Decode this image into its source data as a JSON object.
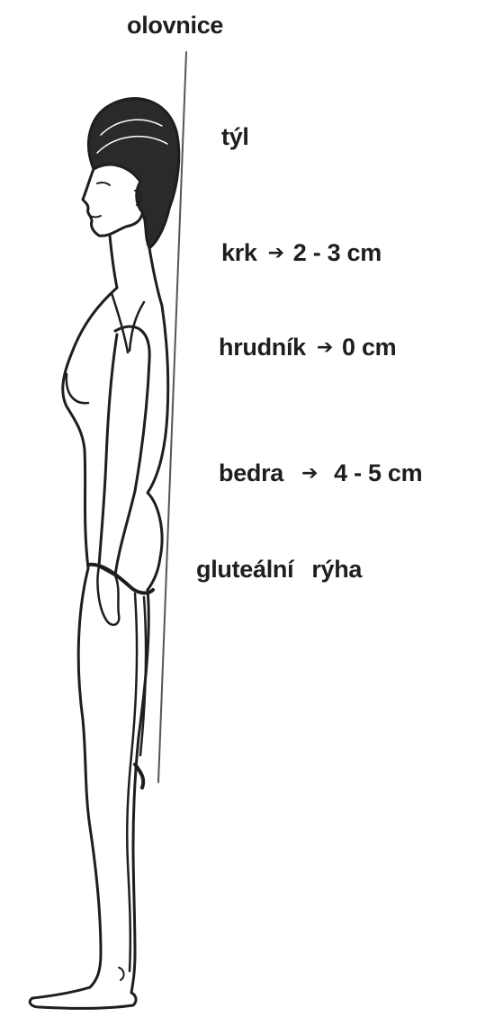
{
  "diagram": {
    "plumb_line_label": "olovnice",
    "labels": {
      "tyl": {
        "name": "týl"
      },
      "krk": {
        "name": "krk",
        "value": "2 - 3 cm"
      },
      "hrudnik": {
        "name": "hrudník",
        "value": "0 cm"
      },
      "bedra": {
        "name": "bedra",
        "value": "4 - 5 cm"
      },
      "gluteal": {
        "first": "gluteální",
        "second": "rýha"
      }
    },
    "arrow_glyph": "➔",
    "colors": {
      "ink": "#1e1e1e",
      "line": "#555555",
      "background": "#ffffff"
    }
  }
}
